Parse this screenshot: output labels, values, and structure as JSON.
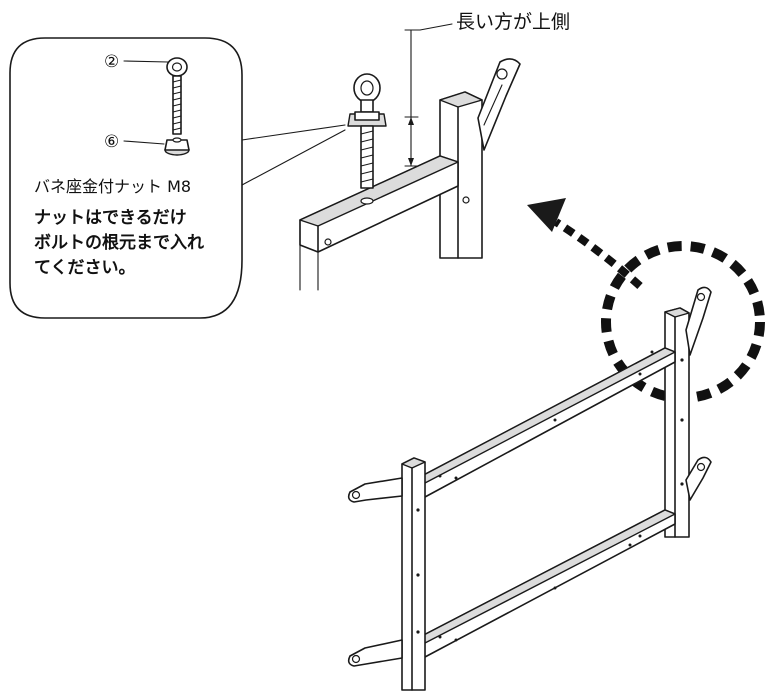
{
  "labels": {
    "top_side": "長い方が上側",
    "part_2": "②",
    "part_6": "⑥",
    "nut_name": "バネ座金付ナット M8",
    "instruction_line1": "ナットはできるだけ",
    "instruction_line2": "ボルトの根元まで入れ",
    "instruction_line3": "てください。"
  },
  "colors": {
    "line": "#1a1a1a",
    "shade": "#dcdcdc",
    "background": "#ffffff"
  },
  "icons": {
    "callout_arrow": "dashed-arrow-icon",
    "detail_marker": "dashed-circle-icon"
  }
}
